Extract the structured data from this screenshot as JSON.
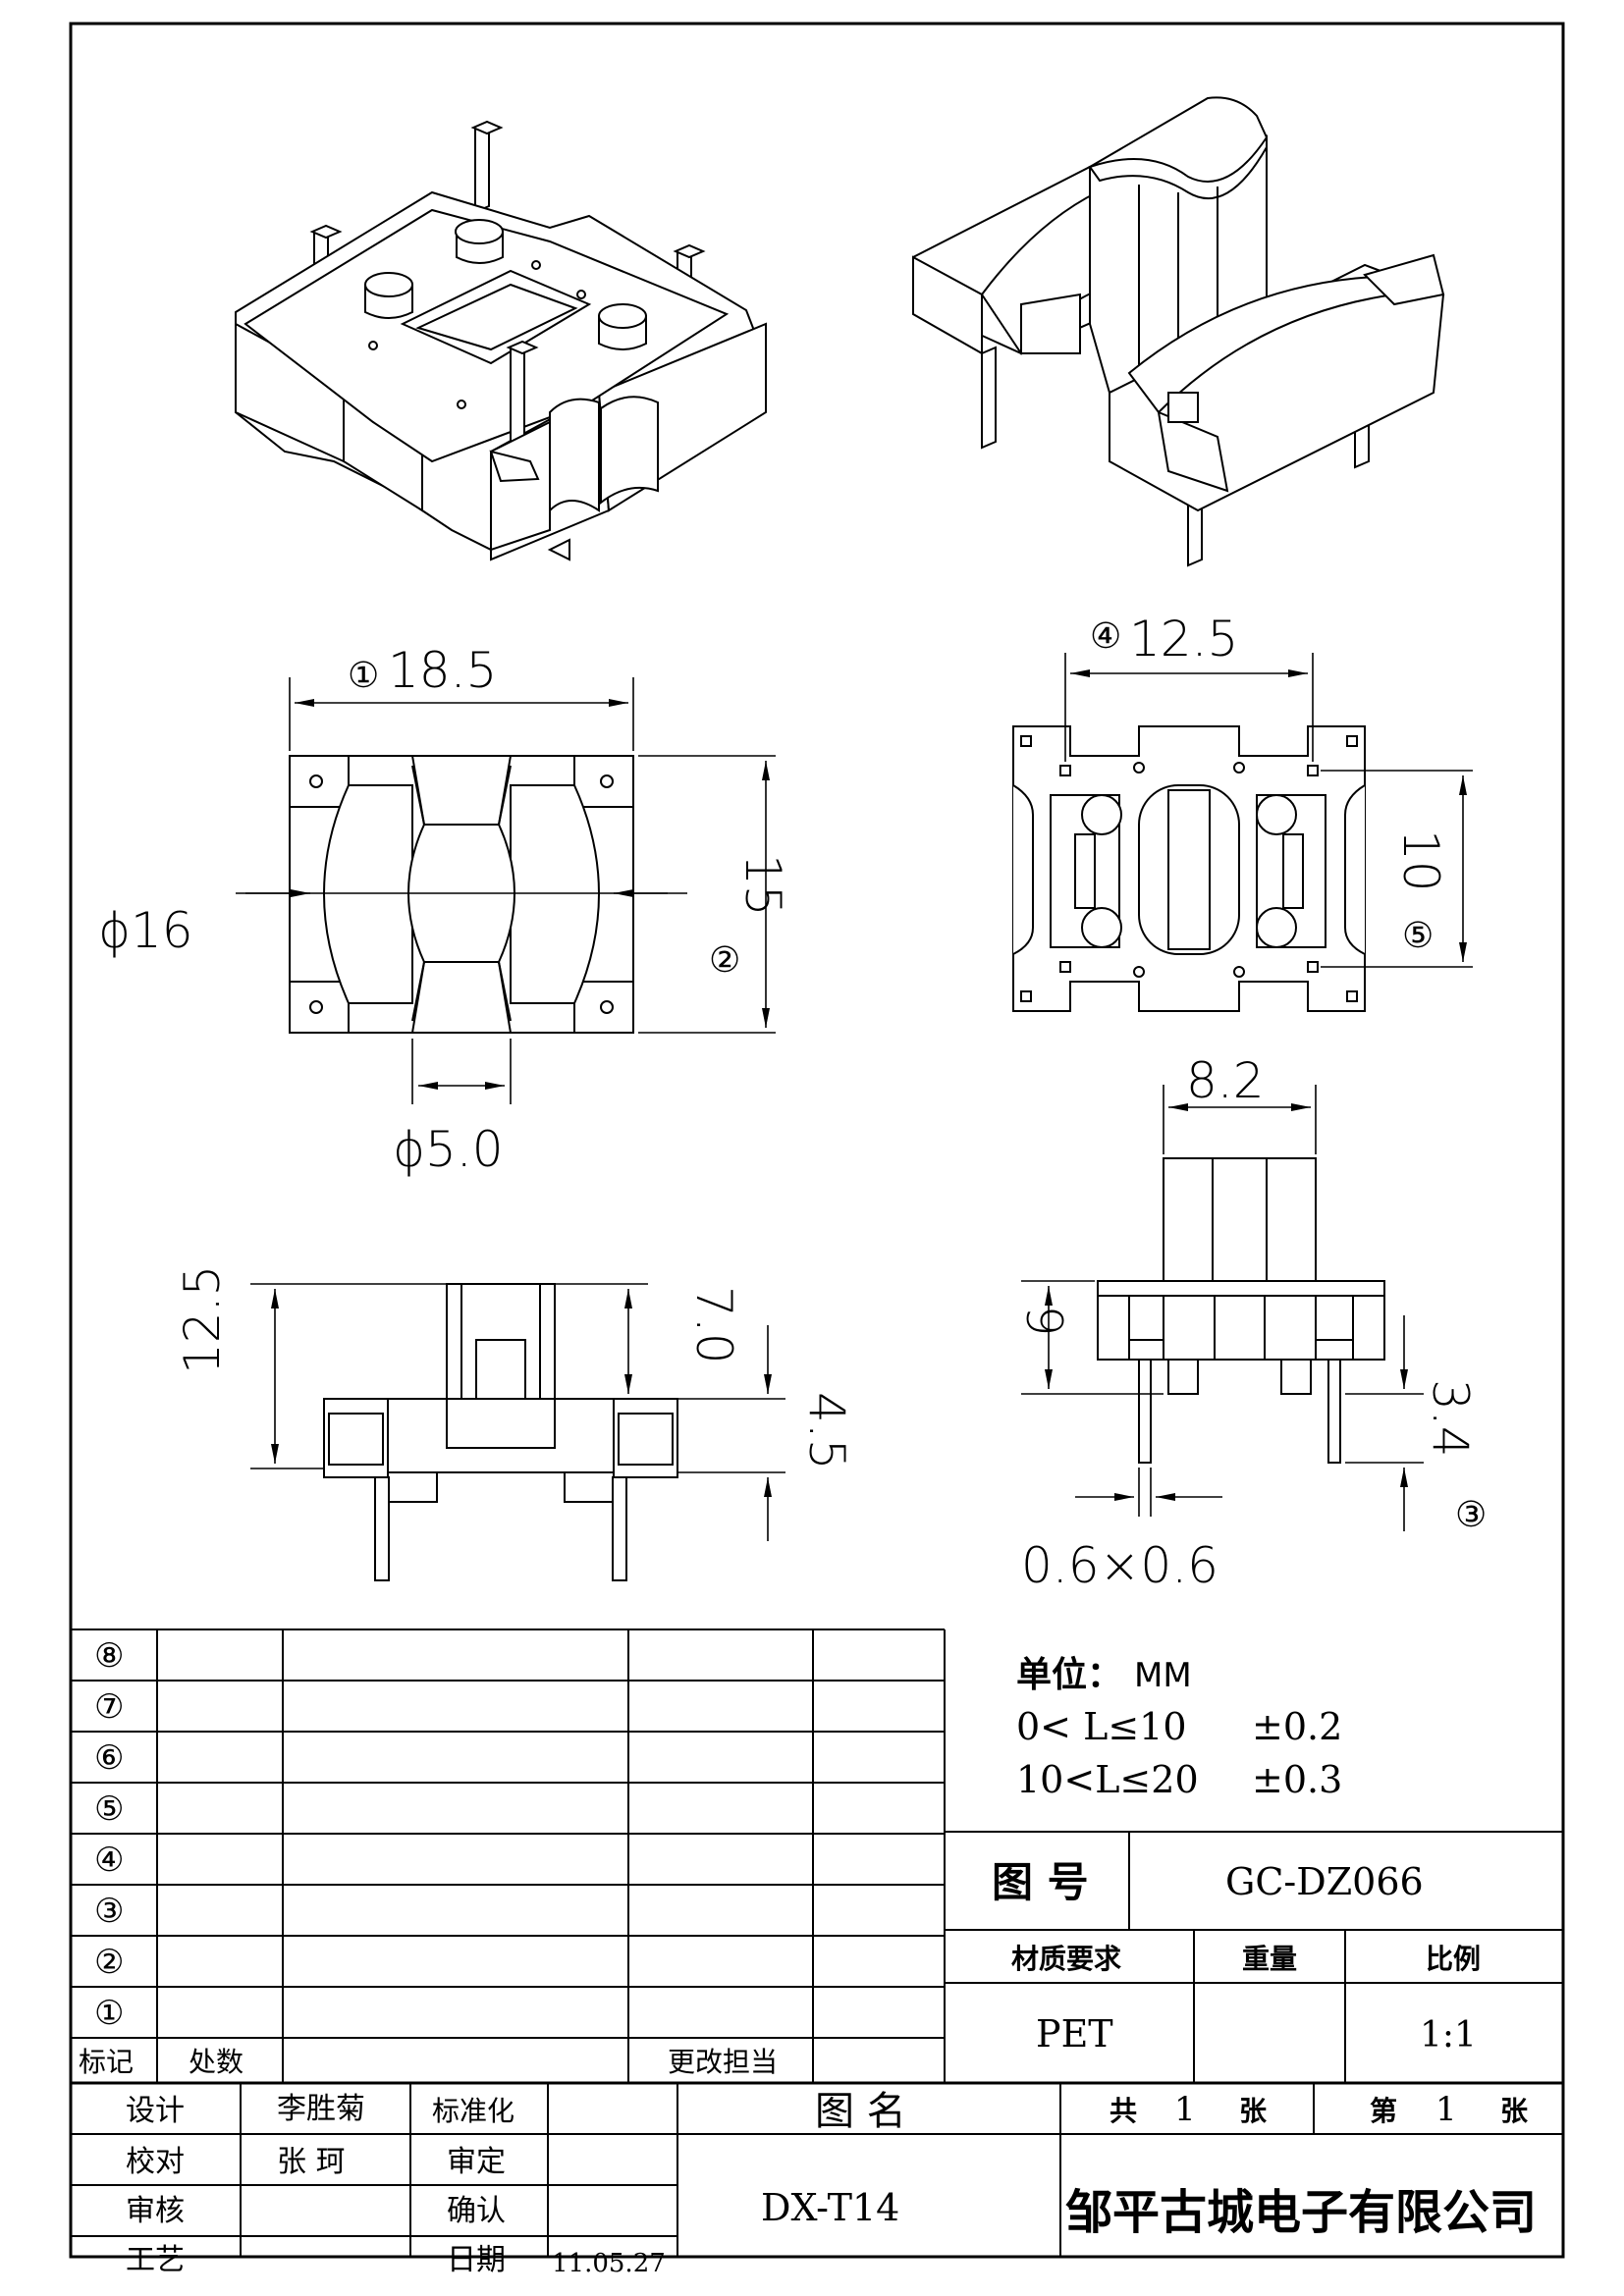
{
  "dimensions": {
    "d1": {
      "num": "①",
      "text": "18.5"
    },
    "d2": {
      "num": "②",
      "text": "15"
    },
    "d3": {
      "num": "③",
      "text": "3.4"
    },
    "d4": {
      "num": "④",
      "text": "12.5"
    },
    "d5": {
      "num": "⑤",
      "text": "10"
    },
    "phi16": "ϕ16",
    "phi5": "ϕ5.0",
    "w82": "8.2",
    "h125": "12.5",
    "h70": "7.0",
    "h45": "4.5",
    "h6": "6",
    "pin": "0.6×0.6"
  },
  "tolerance": {
    "unit_label": "单位：",
    "unit_value": "MM",
    "row1": {
      "range": "0< L≤10",
      "tol": "±0.2"
    },
    "row2": {
      "range": "10<L≤20",
      "tol": "±0.3"
    }
  },
  "revision_table": {
    "rows": [
      "⑧",
      "⑦",
      "⑥",
      "⑤",
      "④",
      "③",
      "②",
      "①"
    ],
    "footer": {
      "mark": "标记",
      "place": "处数",
      "person": "更改担当"
    }
  },
  "drawing_no": {
    "label": "图 号",
    "value": "GC-DZ066"
  },
  "material": {
    "header": "材质要求",
    "value": "PET"
  },
  "weight": {
    "header": "重量",
    "value": ""
  },
  "scale": {
    "header": "比例",
    "value": "1:1"
  },
  "sheets": {
    "total_pre": "共",
    "total": "1",
    "total_post": "张",
    "index_pre": "第",
    "index": "1",
    "index_post": "张"
  },
  "drawing_name": {
    "label": "图 名",
    "value": "DX-T14"
  },
  "company": "邹平古城电子有限公司",
  "signoff": {
    "design": {
      "label": "设计",
      "name": "李胜菊"
    },
    "check": {
      "label": "校对",
      "name": "张 珂"
    },
    "review": {
      "label": "审核",
      "name": ""
    },
    "process": {
      "label": "工艺",
      "name": ""
    },
    "standard": {
      "label": "标准化",
      "value": ""
    },
    "approve": {
      "label": "审定",
      "value": ""
    },
    "confirm": {
      "label": "确认",
      "value": ""
    },
    "date": {
      "label": "日期",
      "value": "11.05.27"
    }
  }
}
